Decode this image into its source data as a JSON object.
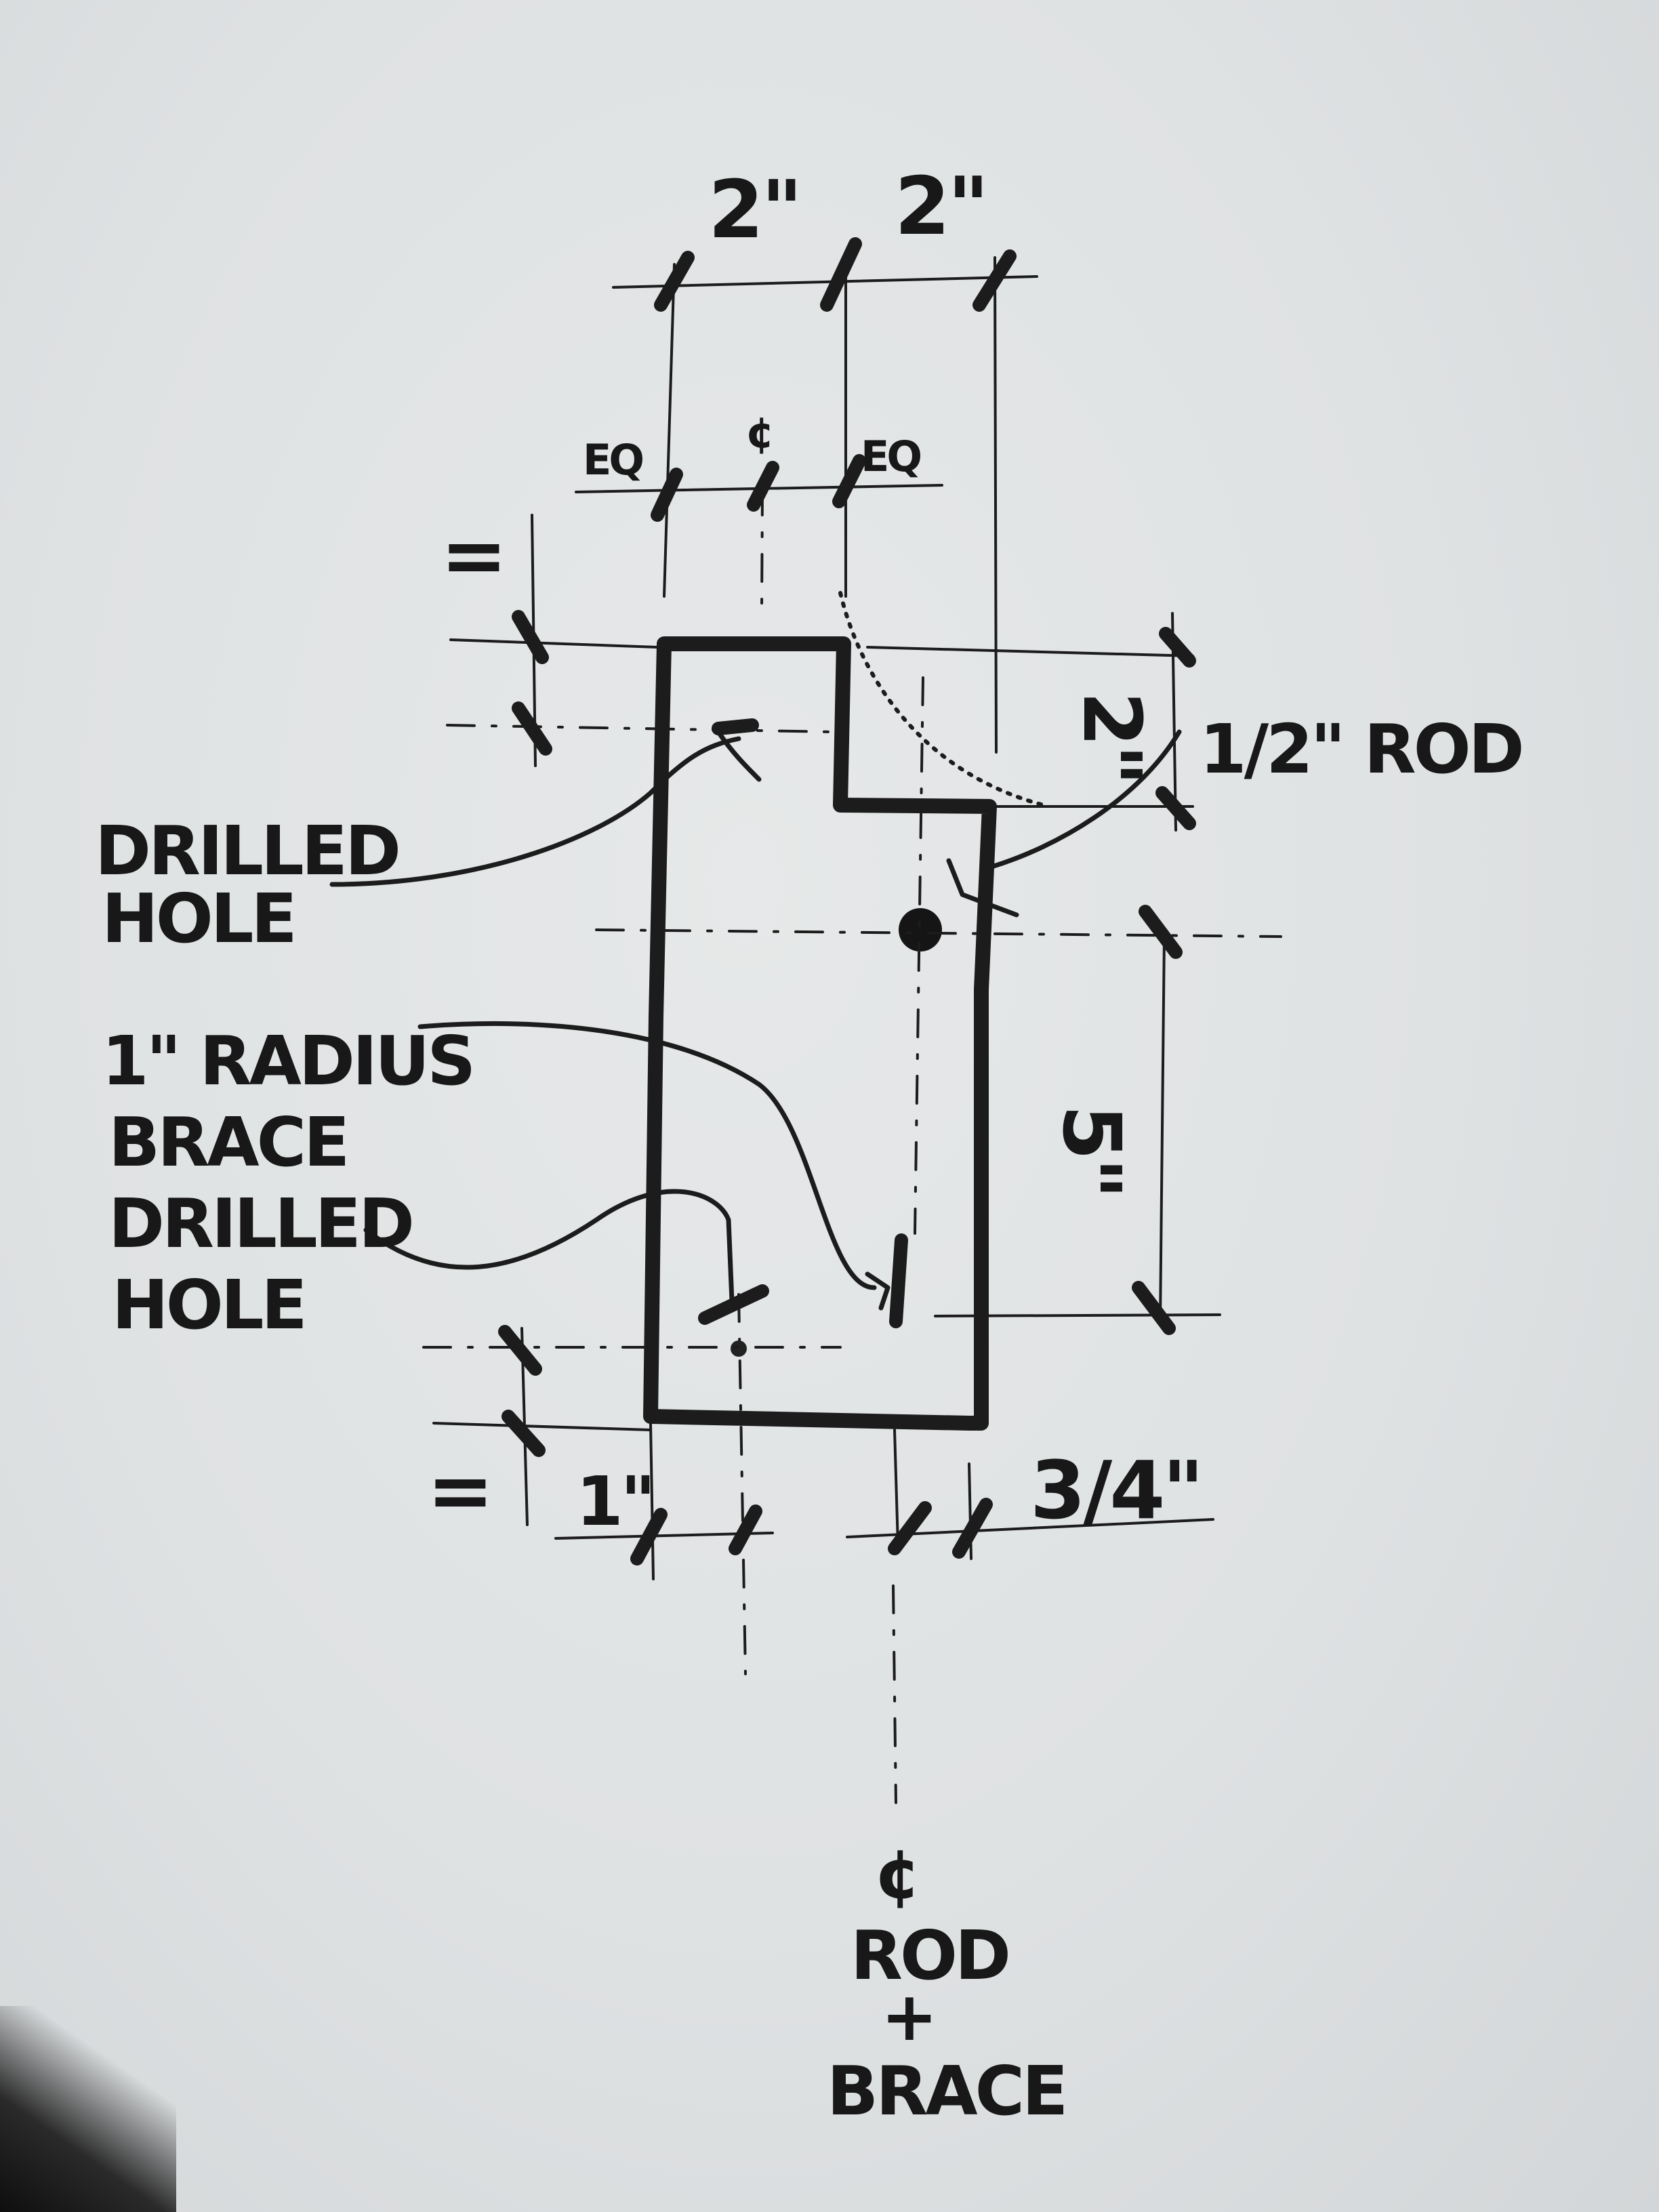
{
  "dimensions": {
    "top_left": "2\"",
    "top_right": "2\"",
    "left_upper": "=",
    "left_lower": "=",
    "right_upper": "2\"",
    "right_middle": "5\"",
    "bottom_left": "1\"",
    "bottom_right": "3/4\""
  },
  "sub_dimensions": {
    "left_eq": "EQ",
    "center_mark": "¢",
    "right_eq": "EQ"
  },
  "callouts": {
    "drilled_hole_top": [
      "DRILLED",
      "HOLE"
    ],
    "radius_brace": [
      "1\" RADIUS",
      "BRACE"
    ],
    "drilled_hole_bottom": [
      "DRILLED",
      "HOLE"
    ],
    "rod": "1/2\" ROD"
  },
  "centerline_note": [
    "¢",
    "ROD",
    "+",
    "BRACE"
  ],
  "ink_color": "#1c1c1c",
  "paper_color": "#e2e5e6"
}
